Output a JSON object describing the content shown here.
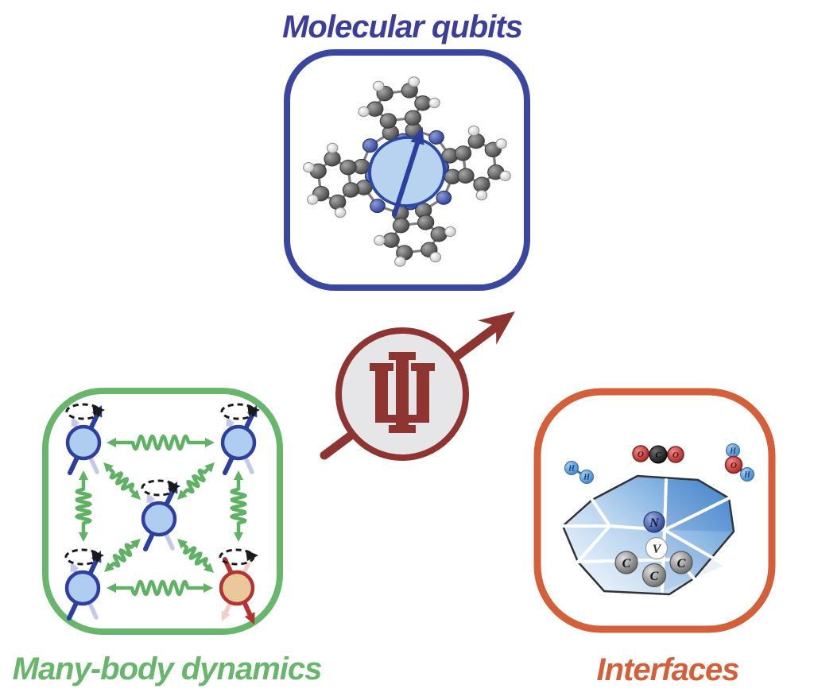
{
  "labels": {
    "molecular_qubits": "Molecular qubits",
    "many_body": "Many-body dynamics",
    "interfaces": "Interfaces"
  },
  "logo": {
    "letters": "IU"
  },
  "molecules": {
    "h2": [
      "H",
      "H"
    ],
    "co2": [
      "O",
      "C",
      "O"
    ],
    "h2o": [
      "H",
      "O",
      "H"
    ],
    "nv_center": [
      "N",
      "V",
      "C",
      "C",
      "C"
    ]
  },
  "colors": {
    "qubit_box_border": "#3a47a0",
    "qubit_title": "#3b3f99",
    "manybody_box_border": "#68b56c",
    "manybody_title": "#68b56c",
    "interfaces_box_border": "#d45f3b",
    "interfaces_title": "#d45f3b",
    "logo_crimson": "#8e3531",
    "logo_circle_fill": "#e6e6e8",
    "spin_fill": "#aecdf0",
    "spin_stroke": "#2e3f9e",
    "spin_shadow": "#c4c9e9",
    "spin_arrow_blue": "#2b3f9e",
    "flipped_spin_fill": "#e9c99c",
    "flipped_spin_stroke": "#b23430",
    "flipped_spin_shadow": "#f3cdc7",
    "coupling_green": "#5fb263",
    "precession_black": "#1a1a1a",
    "bond_gray": "#808080",
    "central_ion_fill": "#b7d3ef",
    "central_ion_stroke": "#2b48a4",
    "crystal_edge": "#333333",
    "oxygen_red": "#c23535",
    "hydrogen_blue": "#4f9add"
  }
}
